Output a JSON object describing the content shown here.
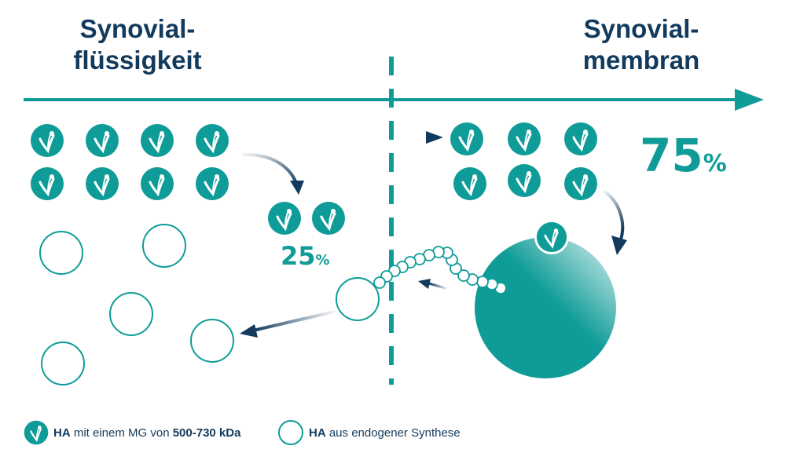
{
  "header": {
    "left_line1": "Synovial-",
    "left_line2": "flüssigkeit",
    "right_line1": "Synovial-",
    "right_line2": "membran"
  },
  "percentages": {
    "membrane_value": "75",
    "fluid_value": "25",
    "symbol": "%"
  },
  "legend": {
    "item1_bold": "HA",
    "item1_text": " mit einem MG von ",
    "item1_value": "500-730 kDa",
    "item2_bold": "HA",
    "item2_text": " aus endogener Synthese"
  },
  "colors": {
    "teal": "#0f9c98",
    "navy": "#123a5c"
  },
  "icons": {
    "ha_exogenous": "leaf-badge-icon",
    "ha_endogenous": "hollow-ring-icon"
  }
}
